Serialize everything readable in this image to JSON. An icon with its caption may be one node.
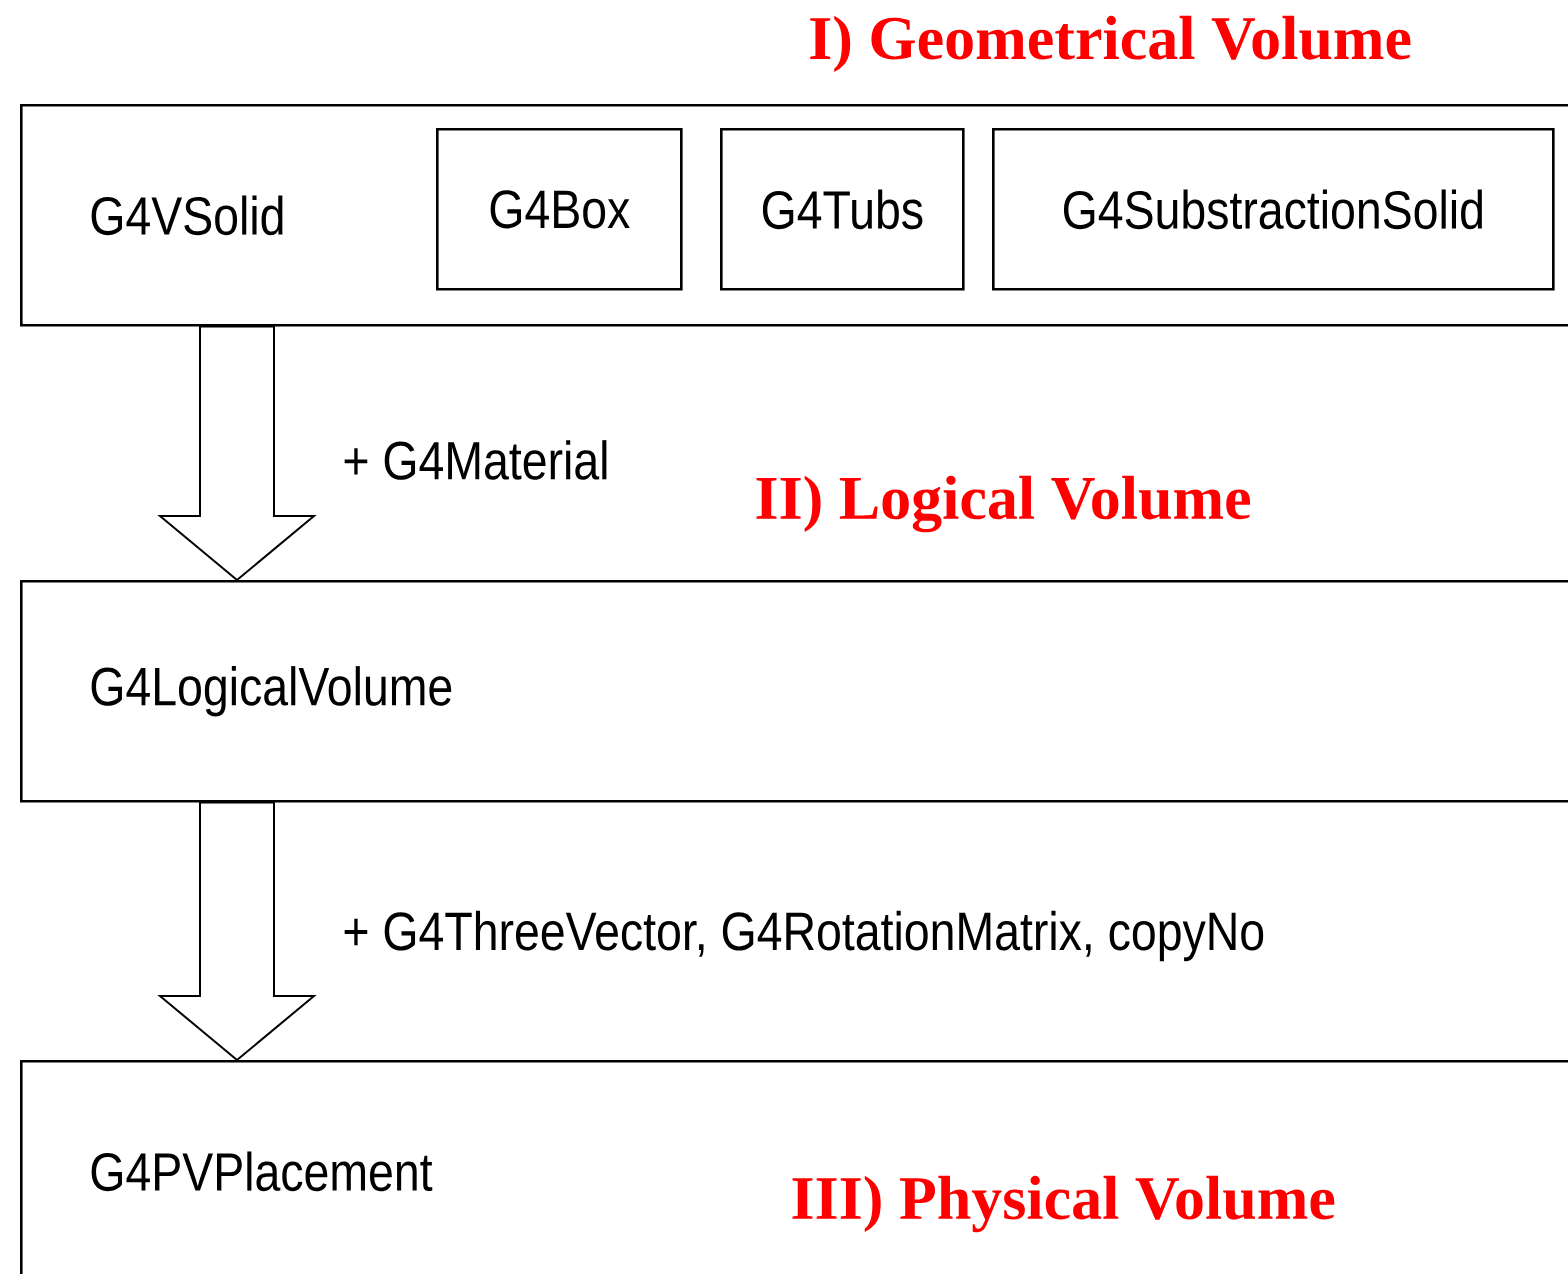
{
  "diagram": {
    "nodes": [
      {
        "text": [
          "G4VSolid"
        ]
      },
      {
        "text": [
          "G4Box"
        ],
        "in": 0
      },
      {
        "text": [
          "G4Tubs"
        ],
        "in": 0
      },
      {
        "text": [
          "G4SubstractionSolid"
        ],
        "in": 0
      },
      {
        "text": [
          "G4LogicalVolume"
        ]
      },
      {
        "text": [
          "G4PVPlacement"
        ]
      }
    ],
    "edges": [
      {
        "from": 0,
        "to": 4,
        "arrow": "to",
        "label": "+ G4Material"
      },
      {
        "from": 4,
        "to": 5,
        "arrow": "to",
        "label": "+ G4ThreeVector, G4RotationMatrix, copyNo"
      }
    ],
    "labels": [
      "I) Geometrical Volume",
      "II) Logical Volume",
      "III) Physical Volume"
    ]
  }
}
